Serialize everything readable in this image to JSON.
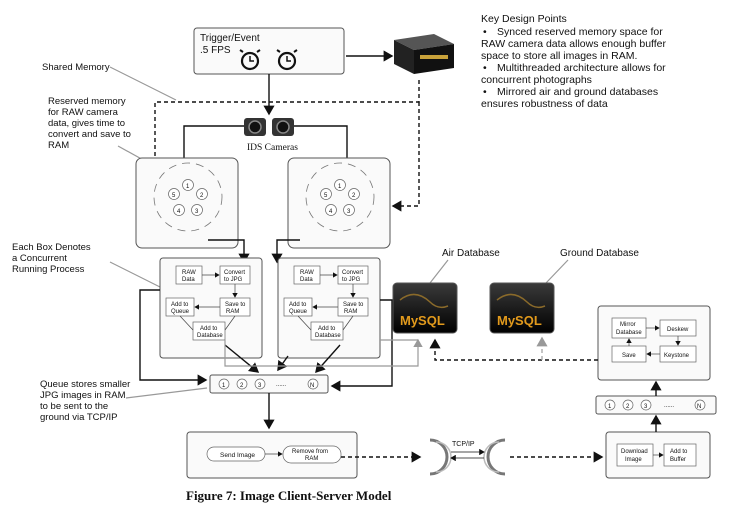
{
  "trigger": {
    "line1": "Trigger/Event",
    "line2": ".5 FPS"
  },
  "key_points": {
    "title": "Key Design Points",
    "bullets": [
      [
        "Synced reserved memory space for",
        "RAW camera data allows enough buffer",
        "space to store all images in RAM."
      ],
      [
        "Multithreaded architecture allows for",
        "concurrent photographs"
      ],
      [
        "Mirrored air and ground databases",
        "ensures robustness of data"
      ]
    ]
  },
  "labels": {
    "shared_memory": "Shared Memory",
    "reserved_memory": [
      "Reserved memory",
      "for RAW camera",
      "data, gives time to",
      "convert and save to",
      "RAM"
    ],
    "ids_cameras": "IDS Cameras",
    "each_box": [
      "Each Box Denotes",
      "a Concurrent",
      "Running Process"
    ],
    "queue_stores": [
      "Queue stores smaller",
      "JPG images in RAM",
      "to be sent to the",
      "ground via TCP/IP"
    ],
    "air_database": "Air Database",
    "ground_database": "Ground Database",
    "tcp_ip": "TCP/IP",
    "mysql": "MySQL",
    "figure_caption": "Figure 7:  Image Client-Server Model"
  },
  "ring_slots": [
    "1",
    "2",
    "3",
    "4",
    "5"
  ],
  "process_nodes": {
    "raw_data": [
      "RAW",
      "Data"
    ],
    "convert_jpg": [
      "Convert",
      "to JPG"
    ],
    "add_queue": [
      "Add to",
      "Queue"
    ],
    "save_ram": [
      "Save to",
      "RAM"
    ],
    "add_database": [
      "Add to",
      "Database"
    ]
  },
  "queue_slots": [
    "1",
    "2",
    "3",
    "N"
  ],
  "queue_gap": "......",
  "sender": {
    "send_image": "Send Image",
    "remove_ram": [
      "Remove from",
      "RAM"
    ]
  },
  "receiver": {
    "download_image": [
      "Download",
      "Image"
    ],
    "add_buffer": [
      "Add to",
      "Buffer"
    ]
  },
  "ground_process": {
    "mirror_db": [
      "Mirror",
      "Database"
    ],
    "deskew": "Deskew",
    "save": "Save",
    "keystone": "Keystone"
  }
}
